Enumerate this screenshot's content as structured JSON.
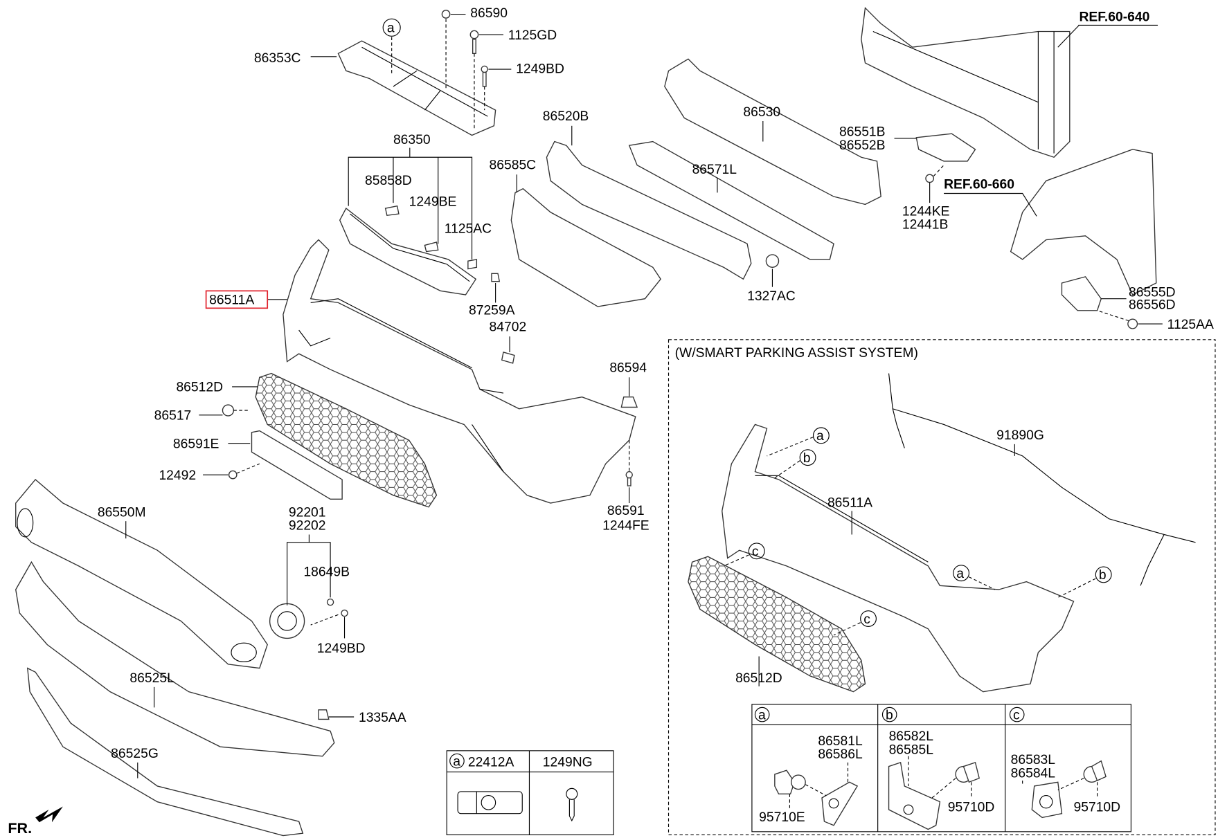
{
  "labels": {
    "p86590": "86590",
    "p1125GD": "1125GD",
    "p1249BD_top": "1249BD",
    "p86353C": "86353C",
    "p86350": "86350",
    "p85858D": "85858D",
    "p1249BE": "1249BE",
    "p1125AC": "1125AC",
    "p86511A": "86511A",
    "p87259A": "87259A",
    "p84702": "84702",
    "p86520B": "86520B",
    "p86585C": "86585C",
    "p86530": "86530",
    "p86571L": "86571L",
    "p86551B": "86551B",
    "p86552B": "86552B",
    "p1244KE": "1244KE",
    "p12441B": "12441B",
    "p1327AC": "1327AC",
    "ref640": "REF.60-640",
    "ref660": "REF.60-660",
    "p86555D": "86555D",
    "p86556D": "86556D",
    "p1125AA": "1125AA",
    "p86512D": "86512D",
    "p86517": "86517",
    "p86591E": "86591E",
    "p12492": "12492",
    "p86594": "86594",
    "p86591": "86591",
    "p1244FE": "1244FE",
    "p86550M": "86550M",
    "p92201": "92201",
    "p92202": "92202",
    "p18649B": "18649B",
    "p1249BD_bot": "1249BD",
    "p86525L": "86525L",
    "p1335AA": "1335AA",
    "p86525G": "86525G",
    "fr": "FR."
  },
  "inset": {
    "title": "(W/SMART PARKING ASSIST SYSTEM)",
    "p91890G": "91890G",
    "p86511A": "86511A",
    "p86512D": "86512D",
    "table": {
      "cols": [
        {
          "key": "a",
          "parts": [
            "86581L",
            "86586L"
          ],
          "sensor": "95710E"
        },
        {
          "key": "b",
          "parts": [
            "86582L",
            "86585L"
          ],
          "sensor": "95710D"
        },
        {
          "key": "c",
          "parts": [
            "86583L",
            "86584L"
          ],
          "sensor": "95710D"
        }
      ]
    }
  },
  "legend_table": {
    "key": "a",
    "col1": "22412A",
    "col2": "1249NG"
  },
  "callout_letters": {
    "a": "a",
    "b": "b",
    "c": "c"
  },
  "highlight_color": "#e0202a"
}
